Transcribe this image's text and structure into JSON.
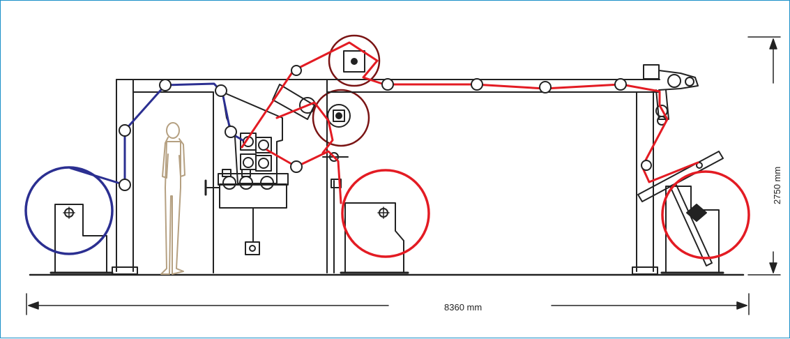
{
  "dimensions": {
    "width_label": "8360 mm",
    "height_label": "2750 mm"
  },
  "colors": {
    "frame_border": "#1a8fc8",
    "machine_line": "#222222",
    "unwind_web": "#2b2f91",
    "laminate_web": "#e31b23",
    "rewind_roll": "#e31b23",
    "operator_figure": "#b5a081",
    "panel_fill": "#d9d9d9"
  },
  "icons": [
    "dimension-arrow",
    "roller-icon",
    "shaft-center-icon",
    "operator-figure"
  ]
}
